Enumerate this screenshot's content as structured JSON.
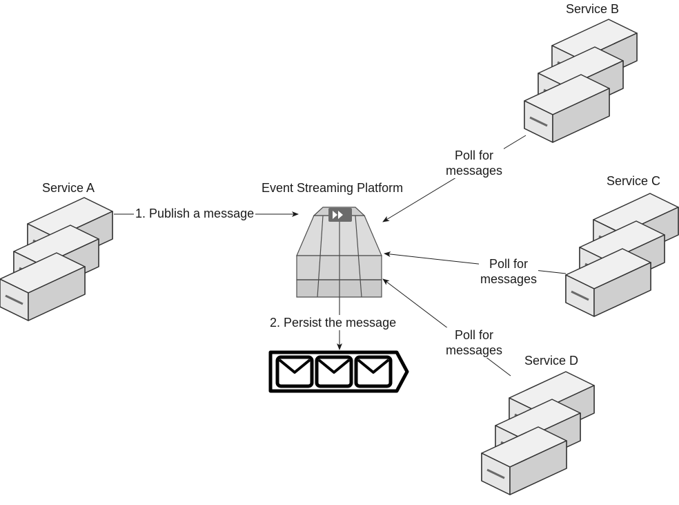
{
  "services": [
    {
      "id": "a",
      "label": "Service A"
    },
    {
      "id": "b",
      "label": "Service B"
    },
    {
      "id": "c",
      "label": "Service C"
    },
    {
      "id": "d",
      "label": "Service D"
    }
  ],
  "platform": {
    "label": "Event Streaming Platform"
  },
  "edges": {
    "publish": "1. Publish a message",
    "persist": "2. Persist the message",
    "poll_b": "Poll for\nmessages",
    "poll_c": "Poll for\nmessages",
    "poll_d": "Poll for\nmessages"
  },
  "queue": {
    "message_count": 3,
    "item_icon": "envelope-icon"
  }
}
